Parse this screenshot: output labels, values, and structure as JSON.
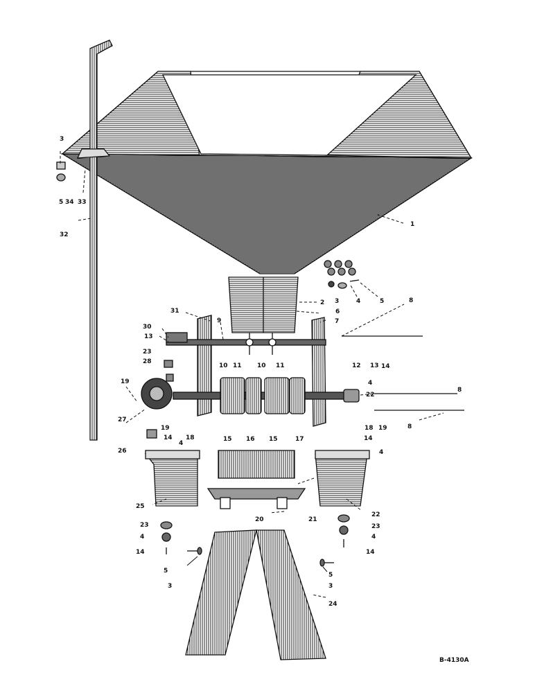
{
  "diagram": {
    "drawing_code": "B-4130A",
    "callouts": [
      {
        "id": "c1",
        "text": "1"
      },
      {
        "id": "c2",
        "text": "2"
      },
      {
        "id": "c3a",
        "text": "3"
      },
      {
        "id": "c3b",
        "text": "3"
      },
      {
        "id": "c3c",
        "text": "3"
      },
      {
        "id": "c3d",
        "text": "3"
      },
      {
        "id": "c4a",
        "text": "4"
      },
      {
        "id": "c4b",
        "text": "4"
      },
      {
        "id": "c4c",
        "text": "4"
      },
      {
        "id": "c4d",
        "text": "4"
      },
      {
        "id": "c4e",
        "text": "4"
      },
      {
        "id": "c4f",
        "text": "4"
      },
      {
        "id": "c5a",
        "text": "5"
      },
      {
        "id": "c5b",
        "text": "5"
      },
      {
        "id": "c5c",
        "text": "5"
      },
      {
        "id": "c5d",
        "text": "5"
      },
      {
        "id": "c6",
        "text": "6"
      },
      {
        "id": "c7",
        "text": "7"
      },
      {
        "id": "c8a",
        "text": "8"
      },
      {
        "id": "c8b",
        "text": "8"
      },
      {
        "id": "c8c",
        "text": "8"
      },
      {
        "id": "c9",
        "text": "9"
      },
      {
        "id": "c10a",
        "text": "10"
      },
      {
        "id": "c10b",
        "text": "10"
      },
      {
        "id": "c11a",
        "text": "11"
      },
      {
        "id": "c11b",
        "text": "11"
      },
      {
        "id": "c12",
        "text": "12"
      },
      {
        "id": "c13a",
        "text": "13"
      },
      {
        "id": "c13b",
        "text": "13"
      },
      {
        "id": "c14a",
        "text": "14"
      },
      {
        "id": "c14b",
        "text": "14"
      },
      {
        "id": "c14c",
        "text": "14"
      },
      {
        "id": "c14d",
        "text": "14"
      },
      {
        "id": "c14e",
        "text": "14"
      },
      {
        "id": "c15a",
        "text": "15"
      },
      {
        "id": "c15b",
        "text": "15"
      },
      {
        "id": "c16",
        "text": "16"
      },
      {
        "id": "c17",
        "text": "17"
      },
      {
        "id": "c18a",
        "text": "18"
      },
      {
        "id": "c18b",
        "text": "18"
      },
      {
        "id": "c19a",
        "text": "19"
      },
      {
        "id": "c19b",
        "text": "19"
      },
      {
        "id": "c19c",
        "text": "19"
      },
      {
        "id": "c20",
        "text": "20"
      },
      {
        "id": "c21",
        "text": "21"
      },
      {
        "id": "c22a",
        "text": "22"
      },
      {
        "id": "c22b",
        "text": "22"
      },
      {
        "id": "c23a",
        "text": "23"
      },
      {
        "id": "c23b",
        "text": "23"
      },
      {
        "id": "c23c",
        "text": "23"
      },
      {
        "id": "c24",
        "text": "24"
      },
      {
        "id": "c25",
        "text": "25"
      },
      {
        "id": "c26",
        "text": "26"
      },
      {
        "id": "c27",
        "text": "27"
      },
      {
        "id": "c28",
        "text": "28"
      },
      {
        "id": "c30",
        "text": "30"
      },
      {
        "id": "c31",
        "text": "31"
      },
      {
        "id": "c32",
        "text": "32"
      },
      {
        "id": "c33",
        "text": "33"
      },
      {
        "id": "c34",
        "text": "34"
      }
    ]
  }
}
